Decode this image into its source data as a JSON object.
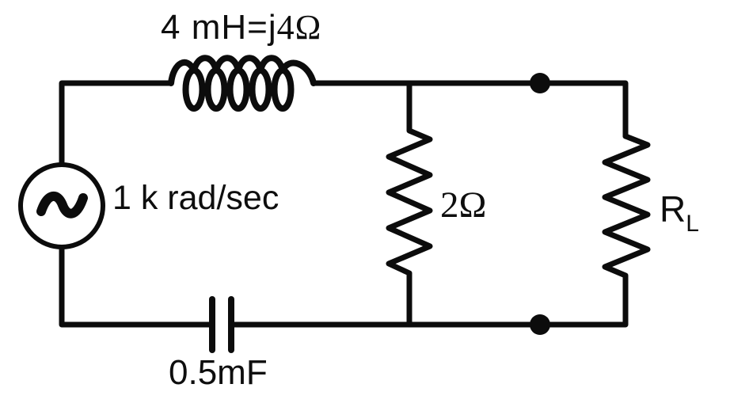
{
  "colors": {
    "ink": "#0c0c0c",
    "background": "#ffffff"
  },
  "labels": {
    "inductor": {
      "prefix": "4 mH=j",
      "value": "4Ω"
    },
    "source": "1 k rad/sec",
    "mid_resistor": "2Ω",
    "load_resistor": {
      "base": "R",
      "subscript": "L"
    },
    "capacitor": "0.5mF"
  },
  "symbols": {
    "source": "ac-voltage-source-icon",
    "inductor": "inductor-coil-icon",
    "capacitor": "capacitor-icon",
    "mid_resistor": "resistor-zigzag-icon",
    "load_resistor": "resistor-zigzag-icon",
    "nodes": [
      "terminal-node-top",
      "terminal-node-bottom"
    ]
  }
}
